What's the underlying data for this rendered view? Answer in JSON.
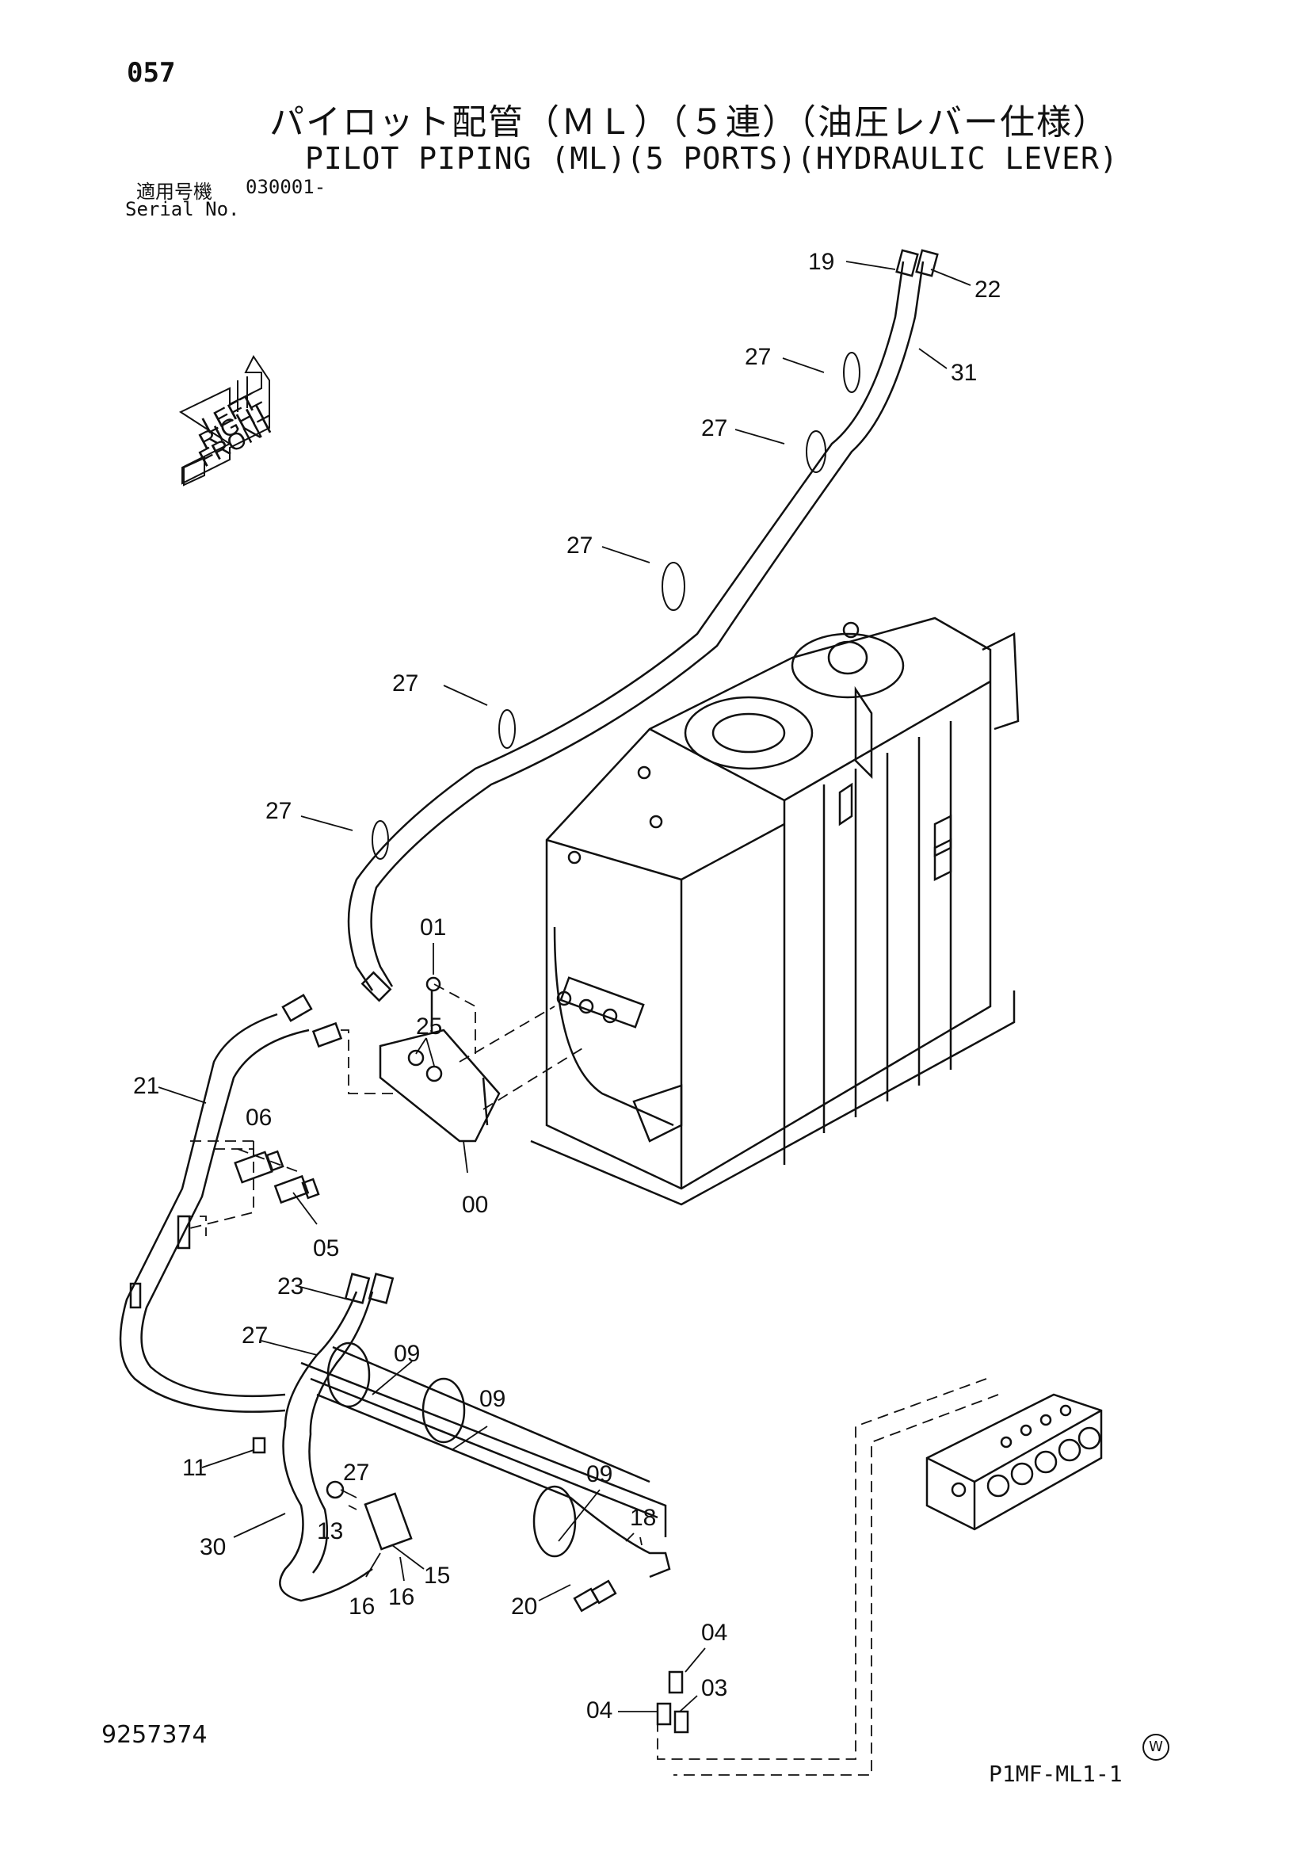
{
  "header": {
    "page_number": "057",
    "title_ja": "パイロット配管（ＭＬ）（５連）（油圧レバー仕様）",
    "title_en": "PILOT PIPING (ML)(5 PORTS)(HYDRAULIC LEVER)",
    "serial_label_ja": "適用号機",
    "serial_value": "030001-",
    "serial_label_en": "Serial No."
  },
  "footer": {
    "document_number": "9257374",
    "figure_code": "P1MF-ML1-1",
    "mark": "W"
  },
  "part_labels": {
    "p00": "00",
    "p01": "01",
    "p03": "03",
    "p04a": "04",
    "p04b": "04",
    "p05": "05",
    "p06": "06",
    "p09a": "09",
    "p09b": "09",
    "p09c": "09",
    "p11": "11",
    "p13": "13",
    "p15": "15",
    "p16a": "16",
    "p16b": "16",
    "p18": "18",
    "p19": "19",
    "p20": "20",
    "p21": "21",
    "p22": "22",
    "p23": "23",
    "p25": "25",
    "p27a": "27",
    "p27b": "27",
    "p27c": "27",
    "p27d": "27",
    "p27e": "27",
    "p27f": "27",
    "p27g": "27",
    "p30": "30",
    "p31": "31"
  },
  "orientation_icon": {
    "labels": [
      "LEFT",
      "RIGHT",
      "FRONT"
    ]
  }
}
